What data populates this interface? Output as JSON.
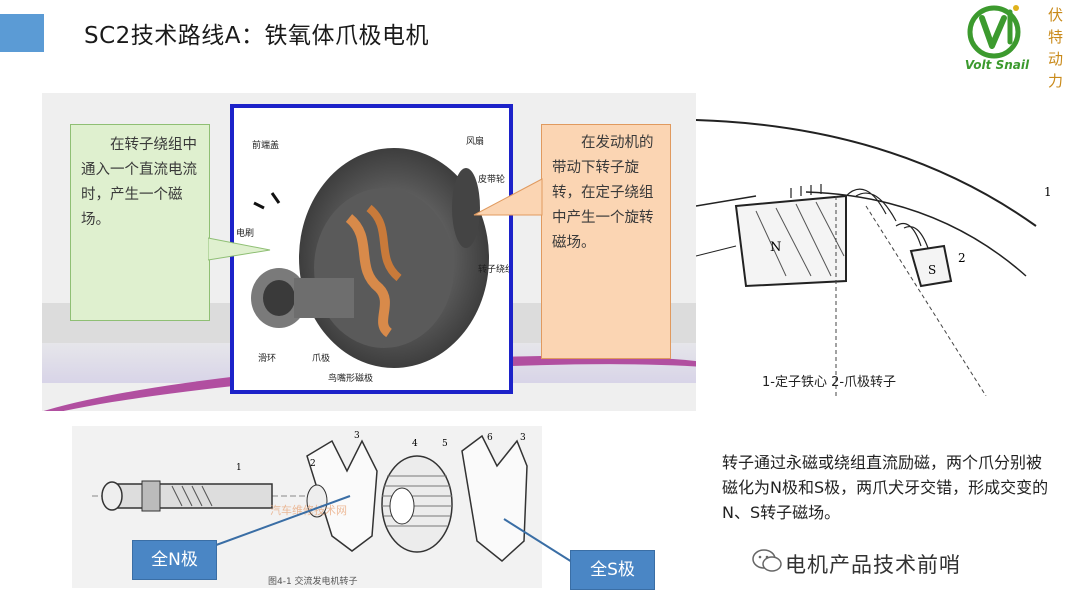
{
  "slide": {
    "title": "SC2技术路线A：铁氧体爪极电机"
  },
  "logo": {
    "brand": "Volt Snail",
    "cn_chars": "伏特动力",
    "accent": "#3c9a2e"
  },
  "photo_panel": {
    "engine_labels": {
      "front_cover": "前端盖",
      "fan": "风扇",
      "pulley": "皮带轮",
      "brush": "电刷",
      "rotor_winding": "转子绕组",
      "slip_ring": "滑环",
      "claw_pole": "爪极",
      "bird_beak_plate": "鸟嘴形磁极"
    },
    "callout_left": "在转子绕组中通入一个直流电流时，产生一个磁场。",
    "callout_right": "在发动机的带动下转子旋转，在定子绕组中产生一个旋转磁场。"
  },
  "diagram2": {
    "n_label": "N",
    "s_label": "S",
    "ref_1": "1",
    "ref_2": "2",
    "caption": "1-定子铁心  2-爪极转子"
  },
  "diagram3": {
    "refs": [
      "1",
      "2",
      "3",
      "4",
      "5",
      "6",
      "3"
    ],
    "caption": "图4-1  交流发电机转子",
    "watermark": "汽车维修技术网"
  },
  "tags": {
    "full_n": "全N极",
    "full_s": "全S极"
  },
  "description": "转子通过永磁或绕组直流励磁，两个爪分别被磁化为N极和S极，两爪犬牙交错，形成交变的N、S转子磁场。",
  "wechat": {
    "name": "电机产品技术前哨"
  },
  "colors": {
    "accent_blue": "#5b9bd5",
    "frame_blue": "#1c22c9",
    "callout_green": "#dff0cf",
    "callout_orange": "#fbd5b3",
    "tag_blue": "#4a86c5"
  }
}
